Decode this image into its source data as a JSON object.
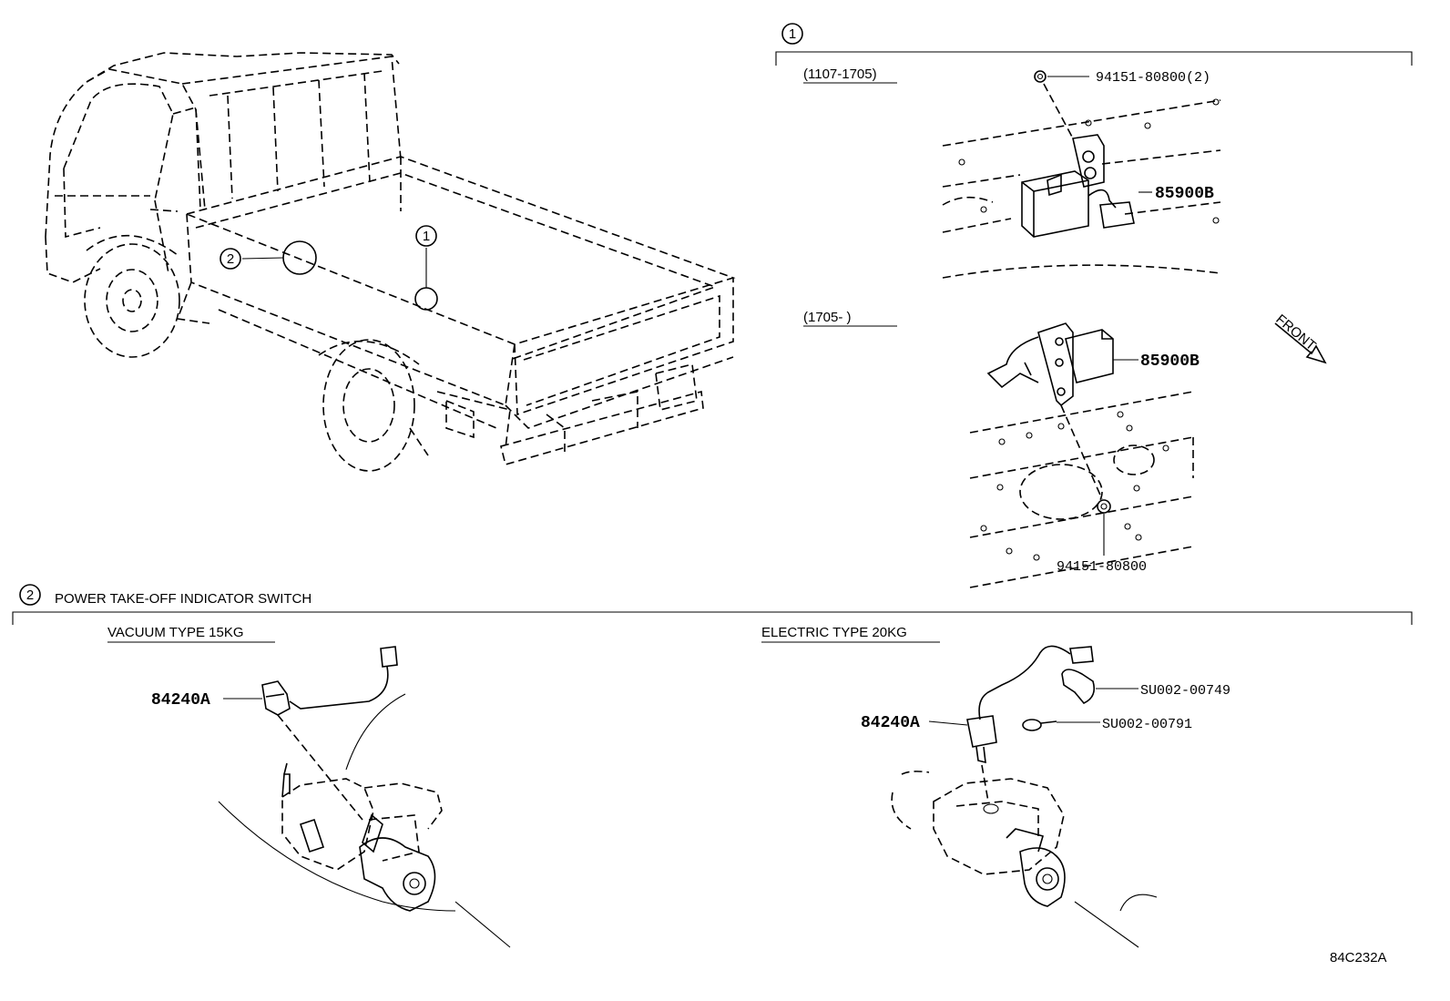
{
  "diagram": {
    "section1": {
      "marker": "1",
      "variant_a": {
        "date_range": "(1107-1705)",
        "parts": [
          {
            "part_no": "94151-80800(2)"
          },
          {
            "part_no": "85900B"
          }
        ]
      },
      "variant_b": {
        "date_range": "(1705-      )",
        "parts": [
          {
            "part_no": "85900B"
          },
          {
            "part_no": "94151-80800"
          }
        ]
      },
      "direction": "FRONT"
    },
    "section2": {
      "marker": "2",
      "title": "POWER TAKE-OFF INDICATOR SWITCH",
      "vacuum": {
        "label": "VACUUM TYPE 15KG",
        "parts": [
          {
            "part_no": "84240A"
          }
        ]
      },
      "electric": {
        "label": "ELECTRIC TYPE  20KG",
        "parts": [
          {
            "part_no": "84240A"
          },
          {
            "part_no": "SU002-00749"
          },
          {
            "part_no": "SU002-00791"
          }
        ]
      }
    },
    "truck_callouts": [
      {
        "marker": "1"
      },
      {
        "marker": "2"
      }
    ],
    "drawing_id": "84C232A"
  }
}
